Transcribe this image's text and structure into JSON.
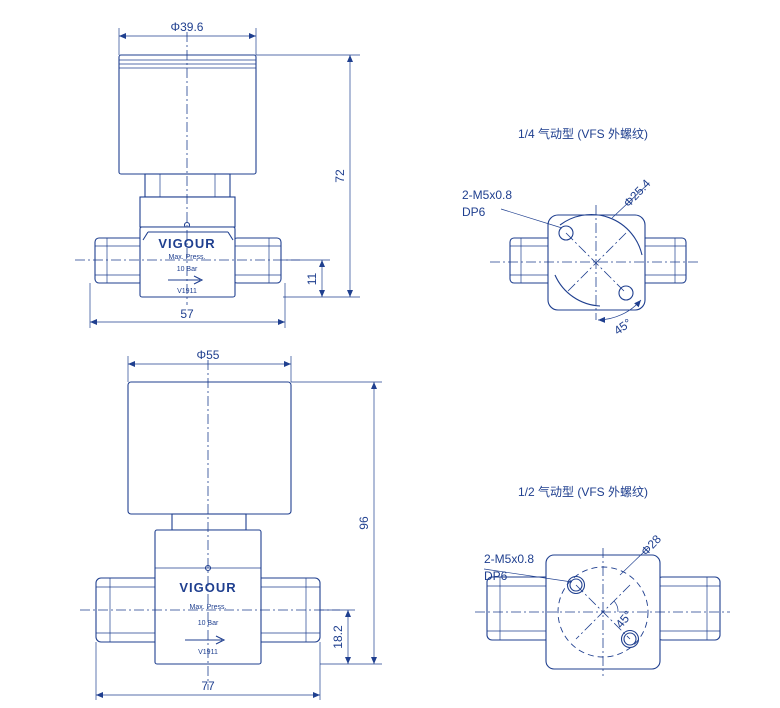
{
  "dimensions": {
    "d1_top_dia": "Φ39.6",
    "d1_height": "72",
    "d1_width": "57",
    "d1_port": "11",
    "d2_top_dia": "Φ55",
    "d2_height": "96",
    "d2_width": "77",
    "d2_port": "18.2"
  },
  "views": {
    "v1_title": "1/4 气动型 (VFS 外螺纹)",
    "v1_holes": "2-M5x0.8",
    "v1_depth": "DP6",
    "v1_pcd": "Φ25.4",
    "v1_angle": "45°",
    "v2_title": "1/2 气动型 (VFS 外螺纹)",
    "v2_holes": "2-M5x0.8",
    "v2_depth": "DP6",
    "v2_pcd": "Φ28",
    "v2_angle": "45°"
  },
  "body_markings": {
    "brand": "VIGOUR",
    "max_press": "Max. Press.",
    "pressure": "10 Bar",
    "model": "V1911"
  },
  "colors": {
    "line": "#1f3f8f"
  }
}
